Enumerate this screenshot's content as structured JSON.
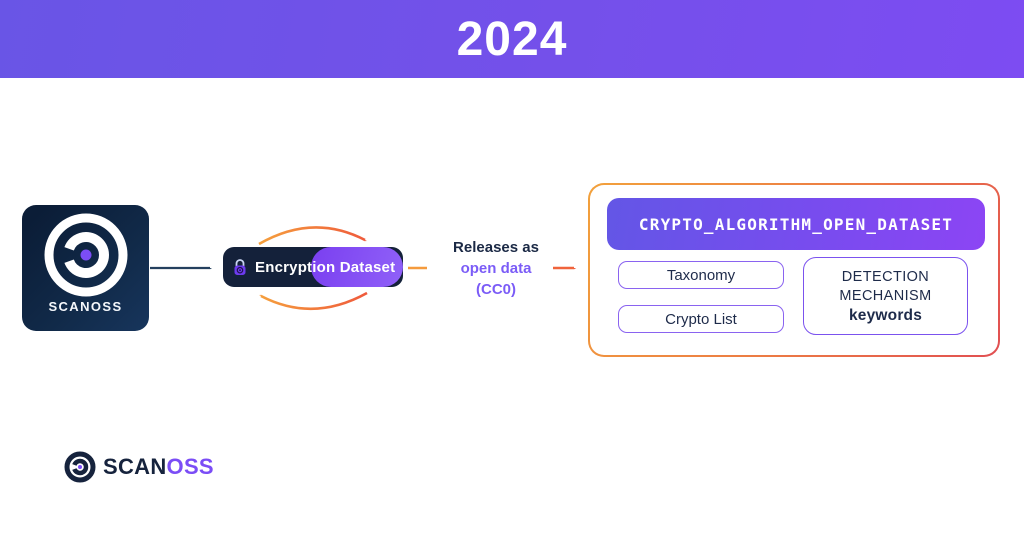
{
  "header": {
    "year": "2024"
  },
  "flow": {
    "source": {
      "label": "SCANOSS"
    },
    "pipeline": {
      "label": "Encryption Dataset"
    },
    "release_note": {
      "line1": "Releases as",
      "line2": "open data",
      "line3": "(CC0)"
    },
    "output": {
      "banner": "CRYPTO_ALGORITHM_OPEN_DATASET",
      "items": [
        "Taxonomy",
        "Crypto List"
      ],
      "detection": {
        "line1": "DETECTION",
        "line2": "MECHANISM",
        "line3": "keywords"
      }
    }
  },
  "footer": {
    "brand_primary": "SCAN",
    "brand_accent": "OSS"
  },
  "colors": {
    "header_purple_left": "#6955e6",
    "header_purple_right": "#7d4cf2",
    "navy": "#14213a",
    "accent_purple": "#7b4df6",
    "border_purple": "#8a63f0",
    "orange": "#f59b3d",
    "red_orange": "#ef5a3c",
    "text_navy": "#1b2945"
  }
}
